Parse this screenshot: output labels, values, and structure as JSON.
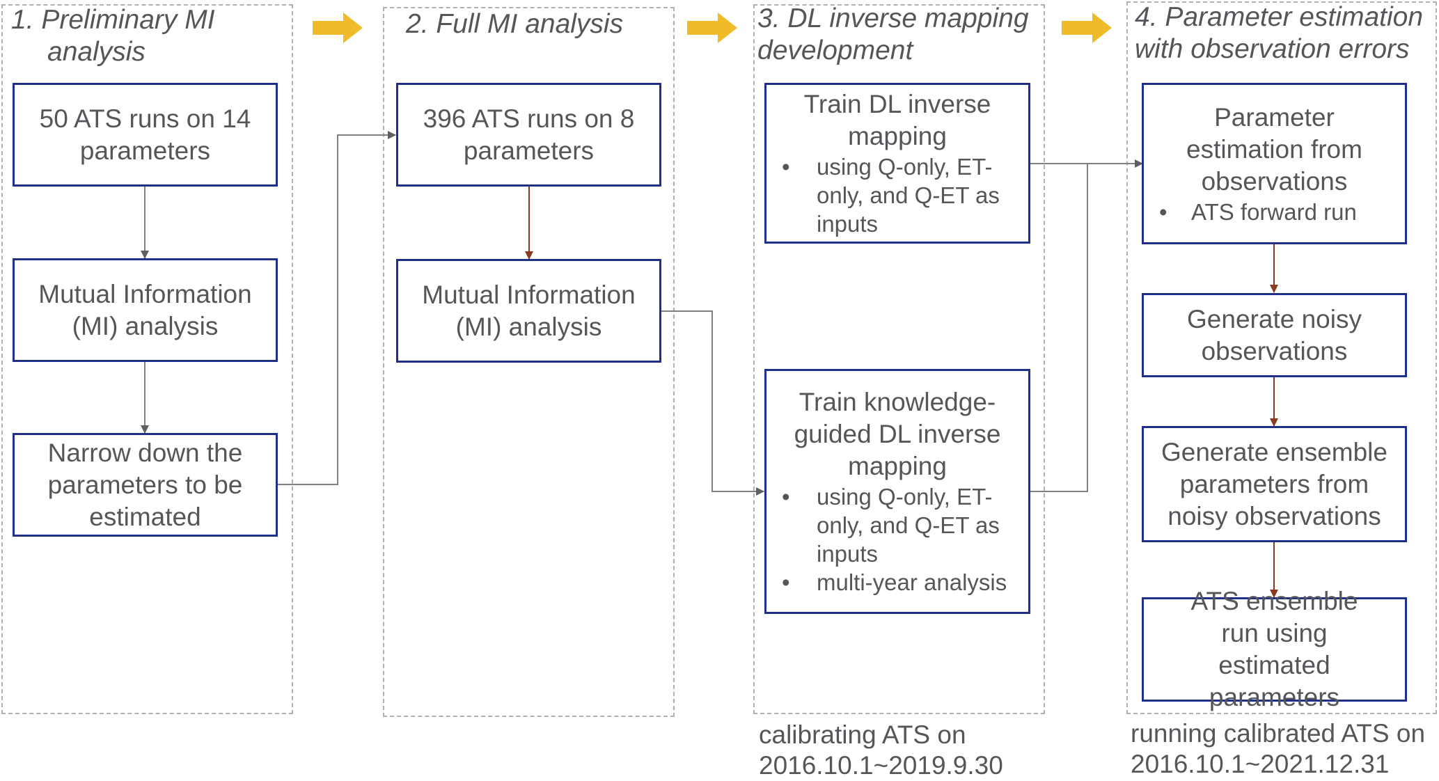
{
  "stages": [
    {
      "title_line1": "1.  Preliminary MI",
      "title_line2": "analysis"
    },
    {
      "title_line1": "2.  Full MI analysis",
      "title_line2": ""
    },
    {
      "title_line1": "3.  DL inverse mapping",
      "title_line2": "development"
    },
    {
      "title_line1": "4.  Parameter estimation",
      "title_line2": "with observation errors"
    }
  ],
  "boxes": {
    "s1_runs": "50 ATS runs on 14 parameters",
    "s1_mi": "Mutual Information (MI) analysis",
    "s1_narrow": "Narrow down the parameters to be estimated",
    "s2_runs": "396 ATS runs on 8 parameters",
    "s2_mi": "Mutual Information (MI) analysis",
    "s3_train": {
      "title": "Train DL inverse mapping",
      "bullets": [
        "using Q-only, ET-only, and Q-ET as inputs"
      ]
    },
    "s3_kg": {
      "title": "Train knowledge-guided DL inverse mapping",
      "bullets": [
        "using Q-only, ET-only, and Q-ET as inputs",
        "multi-year analysis"
      ]
    },
    "s4_param": {
      "title": "Parameter estimation from observations",
      "bullets": [
        "ATS forward run"
      ]
    },
    "s4_noisy": "Generate noisy observations",
    "s4_ensemble_params": "Generate ensemble parameters from noisy observations",
    "s4_ensemble_run": "ATS ensemble run using estimated parameters"
  },
  "notes": {
    "calibration_line1": "calibrating ATS on",
    "calibration_line2": "2016.10.1~2019.9.30",
    "running_line1": "running calibrated ATS on",
    "running_line2": "2016.10.1~2021.12.31"
  },
  "bullet_glyph": "•",
  "colors": {
    "box_border": "#1f2f8a",
    "stage_arrow": "#f0bb2a",
    "connector_gray": "#6b6b6b",
    "connector_brown": "#8b3a1e",
    "text": "#55565a"
  }
}
